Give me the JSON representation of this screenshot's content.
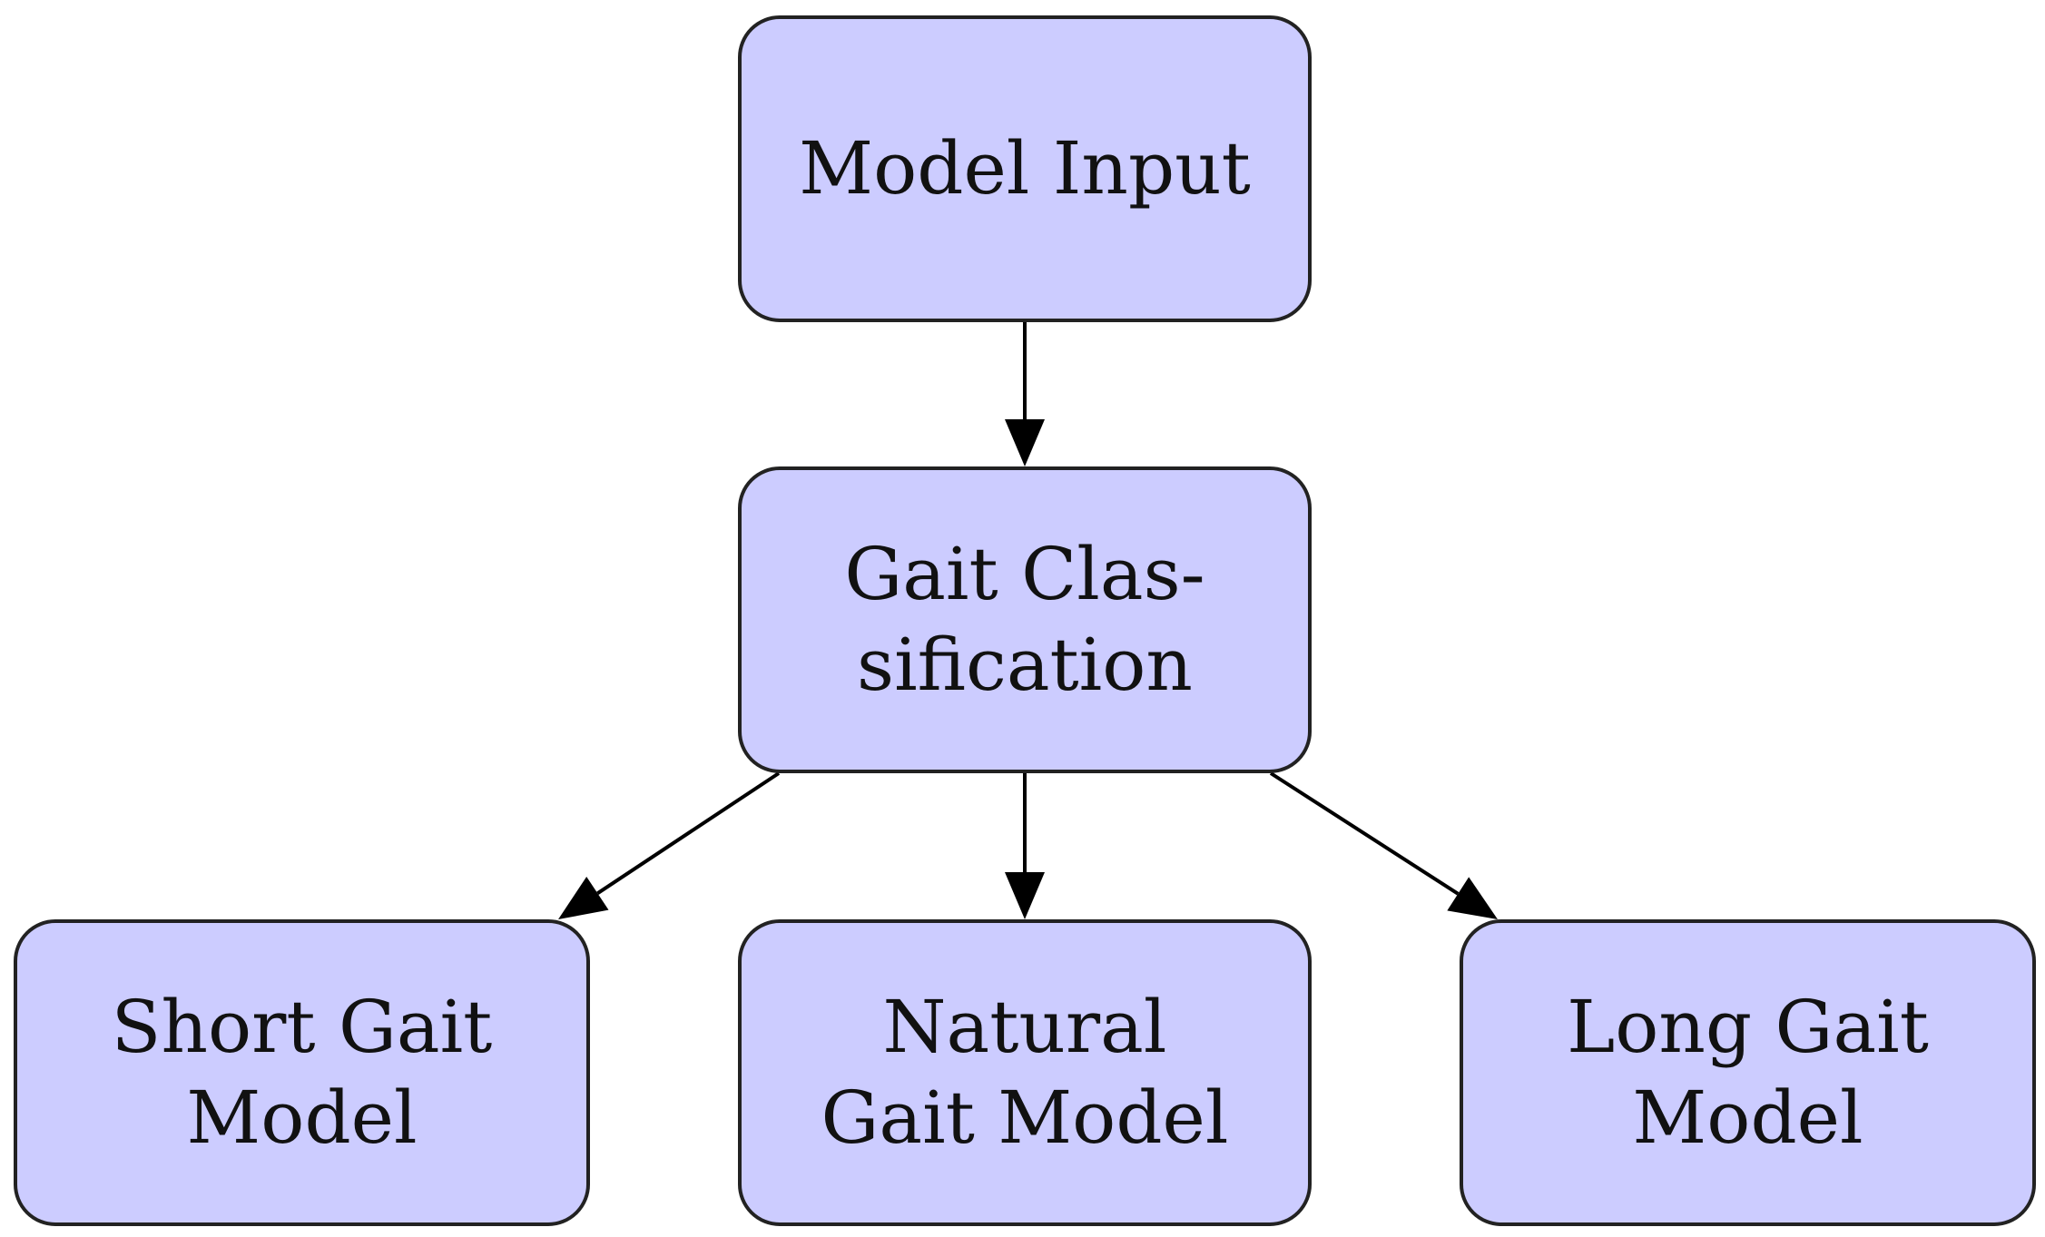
{
  "colors": {
    "node_fill": "#ccccff",
    "node_border": "#222222",
    "arrow": "#000000",
    "text": "#111111"
  },
  "nodes": {
    "model_input": {
      "lines": [
        "Model Input"
      ]
    },
    "gait_classification": {
      "lines": [
        "Gait Clas-",
        "sification"
      ]
    },
    "short_gait_model": {
      "lines": [
        "Short Gait",
        "Model"
      ]
    },
    "natural_gait_model": {
      "lines": [
        "Natural",
        "Gait Model"
      ]
    },
    "long_gait_model": {
      "lines": [
        "Long Gait",
        "Model"
      ]
    }
  },
  "edges": [
    {
      "from": "model_input",
      "to": "gait_classification"
    },
    {
      "from": "gait_classification",
      "to": "short_gait_model"
    },
    {
      "from": "gait_classification",
      "to": "natural_gait_model"
    },
    {
      "from": "gait_classification",
      "to": "long_gait_model"
    }
  ]
}
